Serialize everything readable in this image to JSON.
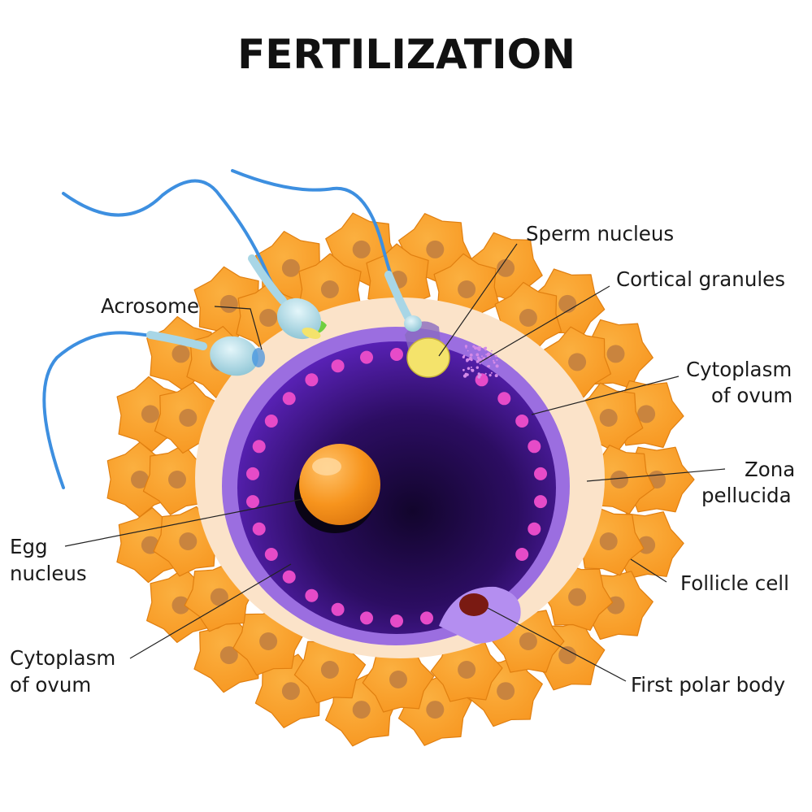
{
  "title": "FERTILIZATION",
  "labels": {
    "sperm_nucleus": "Sperm nucleus",
    "cortical_granules": "Cortical granules",
    "cytoplasm_right_line1": "Cytoplasm",
    "cytoplasm_right_line2": "of ovum",
    "zona_line1": "Zona",
    "zona_line2": "pellucida",
    "follicle_cell": "Follicle cell",
    "first_polar_body": "First polar body",
    "acrosome": "Acrosome",
    "egg_line1": "Egg",
    "egg_line2": "nucleus",
    "cytoplasm_left_line1": "Cytoplasm",
    "cytoplasm_left_line2": "of ovum"
  },
  "colors": {
    "follicle": "#f7941d",
    "follicle_light": "#fbb040",
    "follicle_nucleus": "#c9843e",
    "zona": "#fbe3c9",
    "membrane": "#9b6ee0",
    "cytoplasm_center": "#1c0a3d",
    "cytoplasm_edge": "#5a22b8",
    "granule": "#e64bc8",
    "egg_nucleus": "#f7941d",
    "sperm_tail": "#3d8fe0",
    "sperm_head": "#b4e0ec",
    "sperm_nucleus": "#f4e36b",
    "polar_body": "#7a1a12"
  }
}
